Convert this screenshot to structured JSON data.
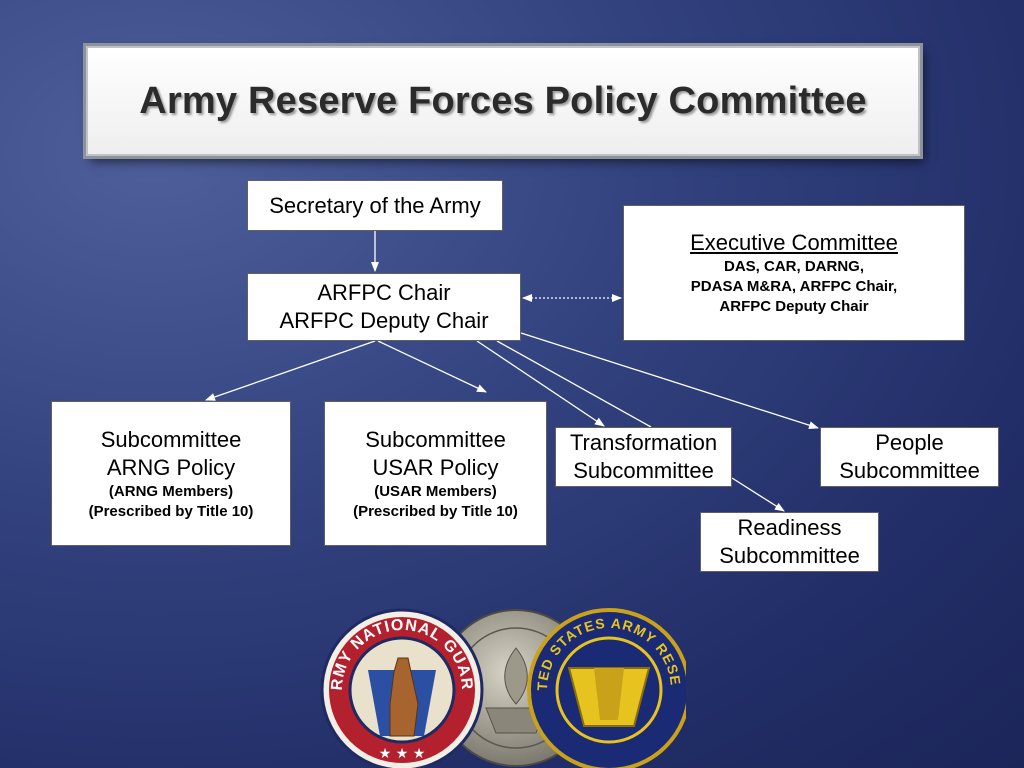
{
  "title": "Army Reserve Forces Policy Committee",
  "nodes": {
    "secretary": {
      "line1": "Secretary of the Army"
    },
    "arfpc": {
      "line1": "ARFPC Chair",
      "line2": "ARFPC Deputy Chair"
    },
    "executive": {
      "heading": "Executive Committee",
      "line1": "DAS, CAR, DARNG,",
      "line2": "PDASA M&RA, ARFPC Chair,",
      "line3": "ARFPC Deputy Chair"
    },
    "arng": {
      "line1": "Subcommittee",
      "line2": "ARNG Policy",
      "note1": "(ARNG Members)",
      "note2": "(Prescribed by Title 10)"
    },
    "usar": {
      "line1": "Subcommittee",
      "line2": "USAR Policy",
      "note1": "(USAR Members)",
      "note2": "(Prescribed by Title 10)"
    },
    "transformation": {
      "line1": "Transformation",
      "line2": "Subcommittee"
    },
    "people": {
      "line1": "People",
      "line2": "Subcommittee"
    },
    "readiness": {
      "line1": "Readiness",
      "line2": "Subcommittee"
    }
  },
  "seals": {
    "arng": {
      "ring_text": "ARMY NATIONAL GUARD",
      "color": "#b3202e"
    },
    "dept": {
      "color": "#8f8a7c"
    },
    "usar": {
      "ring_text": "UNITED STATES ARMY RESERVE",
      "color": "#e6c31e"
    }
  },
  "colors": {
    "background": "#2b3a7a",
    "node_fill": "#ffffff",
    "connector": "#ffffff"
  }
}
